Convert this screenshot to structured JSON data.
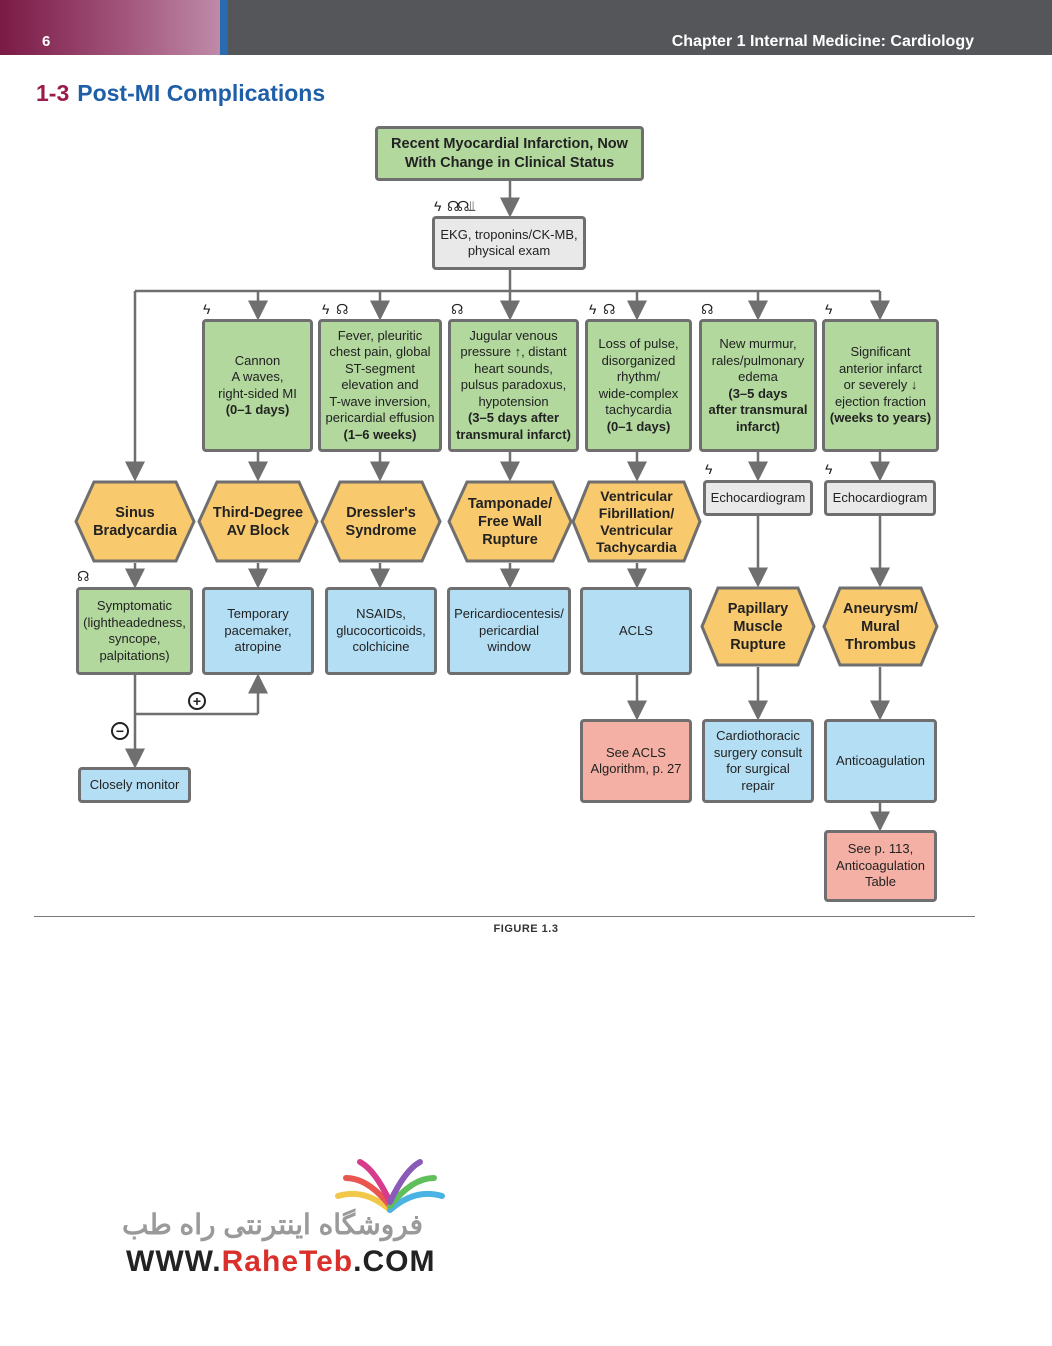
{
  "header": {
    "page_number": "6",
    "chapter": "Chapter 1  Internal Medicine: Cardiology"
  },
  "section": {
    "number": "1-3",
    "title": "Post-MI Complications"
  },
  "diagram": {
    "top": "Recent Myocardial Infarction, Now\nWith Change in Clinical Status",
    "workup": "EKG, troponins/CK-MB,\nphysical exam",
    "findings": [
      {
        "text": "Cannon\nA waves,\nright-sided MI",
        "time": "(0–1 days)"
      },
      {
        "text": "Fever, pleuritic\nchest pain, global\nST-segment\nelevation and\nT-wave inversion,\npericardial effusion",
        "time": "(1–6 weeks)"
      },
      {
        "text": "Jugular venous\npressure ↑, distant\nheart sounds,\npulsus paradoxus,\nhypotension",
        "time": "(3–5 days after\ntransmural infarct)"
      },
      {
        "text": "Loss of pulse,\ndisorganized\nrhythm/\nwide-complex\ntachycardia",
        "time": "(0–1 days)"
      },
      {
        "text": "New murmur,\nrales/pulmonary\nedema",
        "time": "(3–5 days\nafter transmural\ninfarct)"
      },
      {
        "text": "Significant\nanterior infarct\nor severely ↓\nejection fraction",
        "time": "(weeks to years)"
      }
    ],
    "echo": [
      "Echocardiogram",
      "Echocardiogram"
    ],
    "diagnoses": [
      "Sinus\nBradycardia",
      "Third-Degree\nAV Block",
      "Dressler's\nSyndrome",
      "Tamponade/\nFree Wall\nRupture",
      "Ventricular\nFibrillation/\nVentricular\nTachycardia",
      "Papillary\nMuscle\nRupture",
      "Aneurysm/\nMural\nThrombus"
    ],
    "symptomatic": "Symptomatic\n(lightheadedness,\nsyncope,\npalpitations)",
    "treatments": [
      "Temporary\npacemaker,\natropine",
      "NSAIDs,\nglucocorticoids,\ncolchicine",
      "Pericardiocentesis/\npericardial\nwindow",
      "ACLS",
      "Cardiothoracic\nsurgery consult\nfor surgical\nrepair",
      "Anticoagulation"
    ],
    "monitor": "Closely monitor",
    "see_acls": "See ACLS\nAlgorithm, p. 27",
    "see_anticoag": "See p. 113,\nAnticoagulation\nTable",
    "plus_sign": "+",
    "minus_sign": "−"
  },
  "figure_caption": "FIGURE 1.3",
  "watermark": {
    "persian": "فروشگاه اینترنتی راه طب",
    "url_prefix": "WWW.",
    "url_brand": "RaheTeb",
    "url_suffix": ".COM"
  },
  "colors": {
    "green": "#b2d89e",
    "gray": "#e9e9e9",
    "blue": "#b4def4",
    "pink": "#f4b0a4",
    "hex": "#f9c96e",
    "border": "#6f6f6f"
  }
}
